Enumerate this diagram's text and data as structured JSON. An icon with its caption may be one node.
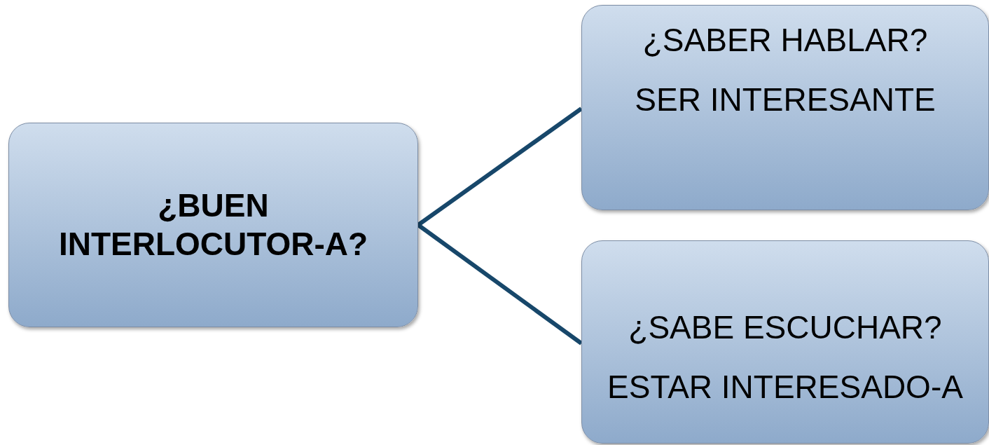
{
  "diagram": {
    "nodes": [
      {
        "text": [
          "¿BUEN INTERLOCUTOR-A?"
        ]
      },
      {
        "text": [
          "¿SABER HABLAR?",
          "SER INTERESANTE"
        ]
      },
      {
        "text": [
          "¿SABE ESCUCHAR?",
          "ESTAR INTERESADO-A"
        ]
      }
    ],
    "edges": [
      {
        "from": 0,
        "to": 1,
        "arrow": "none"
      },
      {
        "from": 0,
        "to": 2,
        "arrow": "none"
      }
    ]
  }
}
